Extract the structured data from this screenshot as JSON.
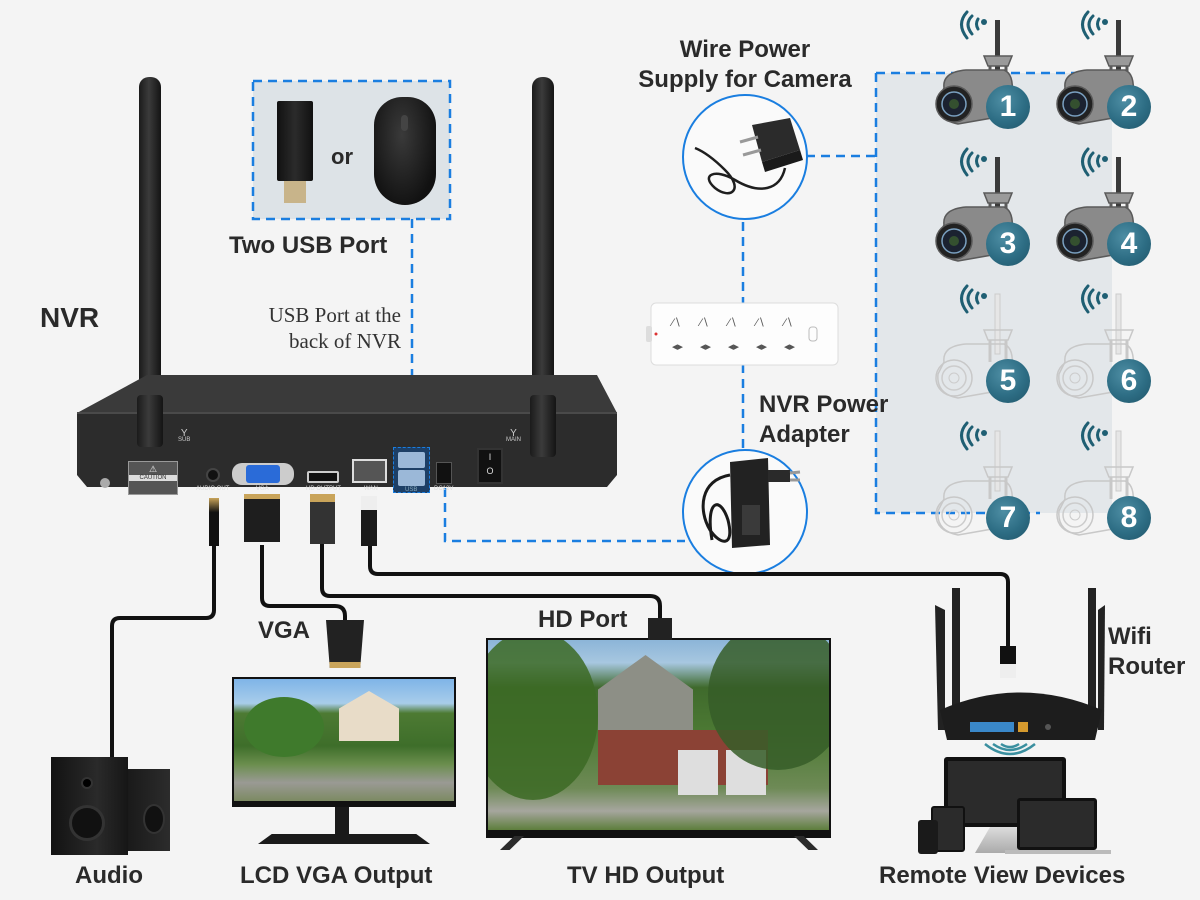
{
  "labels": {
    "nvr": "NVR",
    "two_usb_port": "Two USB Port",
    "usb_or": "or",
    "usb_back_line1": "USB Port at the",
    "usb_back_line2": "back of NVR",
    "wire_power_line1": "Wire Power",
    "wire_power_line2": "Supply for Camera",
    "nvr_power_line1": "NVR Power",
    "nvr_power_line2": "Adapter",
    "vga": "VGA",
    "hd_port": "HD Port",
    "wifi_router_line1": "Wifi",
    "wifi_router_line2": "Router",
    "audio": "Audio",
    "lcd_vga_output": "LCD VGA Output",
    "tv_hd_output": "TV HD Output",
    "remote_view_devices": "Remote View Devices"
  },
  "nvr_ports": {
    "sub": "SUB",
    "main": "MAIN",
    "caution": "CAUTION",
    "audio_out": "AUDIO OUT",
    "vga": "VGA",
    "hd_output": "HD OUTPUT",
    "wan": "WAN",
    "usb": "USB",
    "dc12v": "DC12V",
    "power_switch": "ON Power OFF"
  },
  "cameras": [
    {
      "number": "1",
      "state": "active"
    },
    {
      "number": "2",
      "state": "active"
    },
    {
      "number": "3",
      "state": "active"
    },
    {
      "number": "4",
      "state": "active"
    },
    {
      "number": "5",
      "state": "faded"
    },
    {
      "number": "6",
      "state": "faded"
    },
    {
      "number": "7",
      "state": "faded"
    },
    {
      "number": "8",
      "state": "faded"
    }
  ],
  "colors": {
    "accent_blue": "#1a7ee0",
    "badge_teal": "#2d6d84",
    "device_black": "#2a2a2a",
    "panel_bg": "#e3e7ea"
  }
}
